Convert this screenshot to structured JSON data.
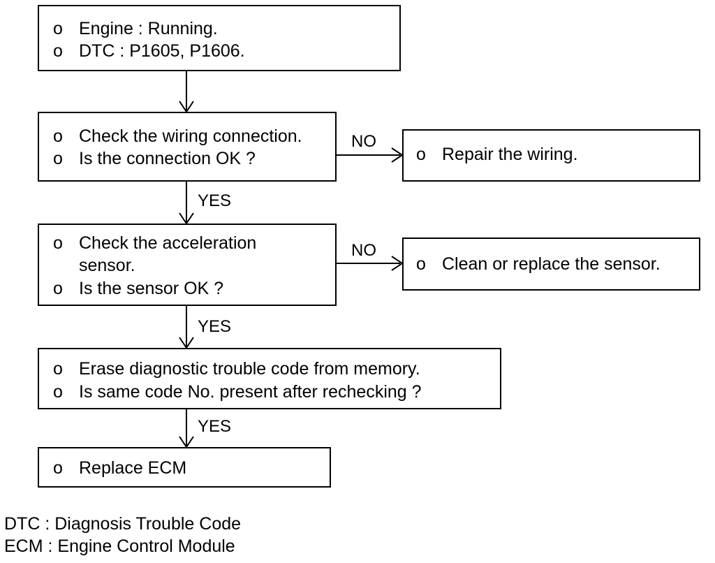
{
  "bullet_symbol": "o",
  "steps": {
    "s1": {
      "lines": [
        "Engine : Running.",
        "DTC : P1605, P1606."
      ]
    },
    "s2": {
      "lines": [
        "Check the wiring connection.",
        "Is the connection OK ?"
      ]
    },
    "s3": {
      "lines": [
        "Check the acceleration",
        "sensor.",
        "Is the sensor OK ?"
      ]
    },
    "s4": {
      "lines": [
        "Erase diagnostic trouble code from memory.",
        "Is same code No. present after rechecking ?"
      ]
    },
    "s5": {
      "lines": [
        "Replace ECM"
      ]
    },
    "r1": {
      "lines": [
        "Repair the wiring."
      ]
    },
    "r2": {
      "lines": [
        "Clean or replace the sensor."
      ]
    }
  },
  "branch_labels": {
    "yes": "YES",
    "no": "NO"
  },
  "legend": [
    "DTC : Diagnosis Trouble Code",
    "ECM : Engine Control Module"
  ]
}
